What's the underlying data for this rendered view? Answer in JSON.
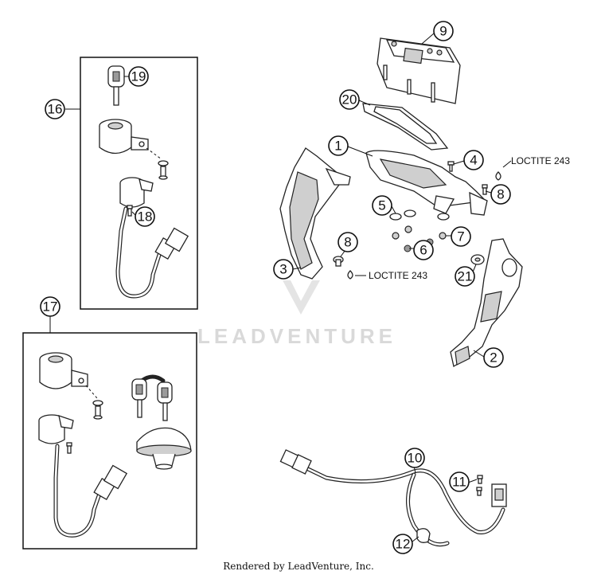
{
  "callouts": {
    "c1": "1",
    "c2": "2",
    "c3": "3",
    "c4": "4",
    "c5": "5",
    "c6": "6",
    "c7": "7",
    "c8a": "8",
    "c8b": "8",
    "c9": "9",
    "c10": "10",
    "c11": "11",
    "c12": "12",
    "c16": "16",
    "c17": "17",
    "c18": "18",
    "c19": "19",
    "c20": "20",
    "c21": "21"
  },
  "loctite_labels": {
    "top": "LOCTITE 243",
    "bottom": "LOCTITE 243"
  },
  "watermark": "LEADVENTURE",
  "footer": "Rendered by LeadVenture, Inc."
}
